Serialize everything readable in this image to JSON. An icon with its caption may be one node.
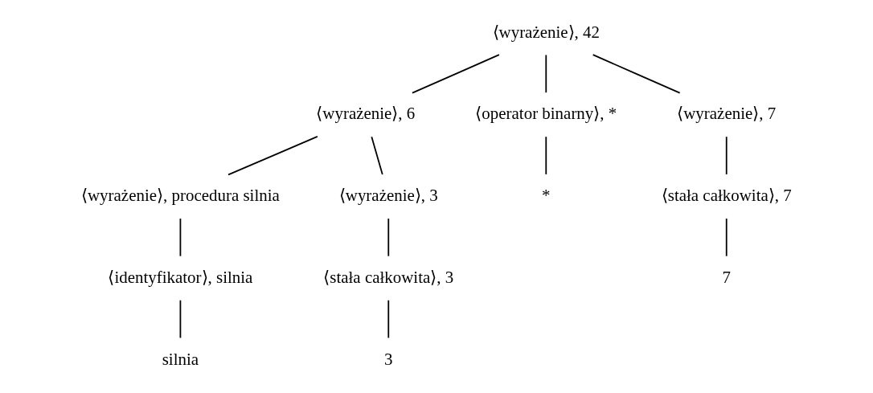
{
  "diagram": {
    "nodes": [
      {
        "text": [
          "⟨wyrażenie⟩, 42"
        ]
      },
      {
        "text": [
          "⟨wyrażenie⟩, 6"
        ]
      },
      {
        "text": [
          "⟨operator binarny⟩, *"
        ]
      },
      {
        "text": [
          "⟨wyrażenie⟩, 7"
        ]
      },
      {
        "text": [
          "⟨wyrażenie⟩, procedura silnia"
        ]
      },
      {
        "text": [
          "⟨wyrażenie⟩, 3"
        ]
      },
      {
        "text": [
          "*"
        ]
      },
      {
        "text": [
          "⟨stała całkowita⟩, 7"
        ]
      },
      {
        "text": [
          "⟨identyfikator⟩, silnia"
        ]
      },
      {
        "text": [
          "⟨stała całkowita⟩, 3"
        ]
      },
      {
        "text": [
          "7"
        ]
      },
      {
        "text": [
          "silnia"
        ]
      },
      {
        "text": [
          "3"
        ]
      }
    ],
    "edges": [
      {
        "from": 0,
        "to": 1,
        "arrow": "none"
      },
      {
        "from": 0,
        "to": 2,
        "arrow": "none"
      },
      {
        "from": 0,
        "to": 3,
        "arrow": "none"
      },
      {
        "from": 1,
        "to": 4,
        "arrow": "none"
      },
      {
        "from": 1,
        "to": 5,
        "arrow": "none"
      },
      {
        "from": 2,
        "to": 6,
        "arrow": "none"
      },
      {
        "from": 3,
        "to": 7,
        "arrow": "none"
      },
      {
        "from": 4,
        "to": 8,
        "arrow": "none"
      },
      {
        "from": 5,
        "to": 9,
        "arrow": "none"
      },
      {
        "from": 7,
        "to": 10,
        "arrow": "none"
      },
      {
        "from": 8,
        "to": 11,
        "arrow": "none"
      },
      {
        "from": 9,
        "to": 12,
        "arrow": "none"
      }
    ]
  }
}
